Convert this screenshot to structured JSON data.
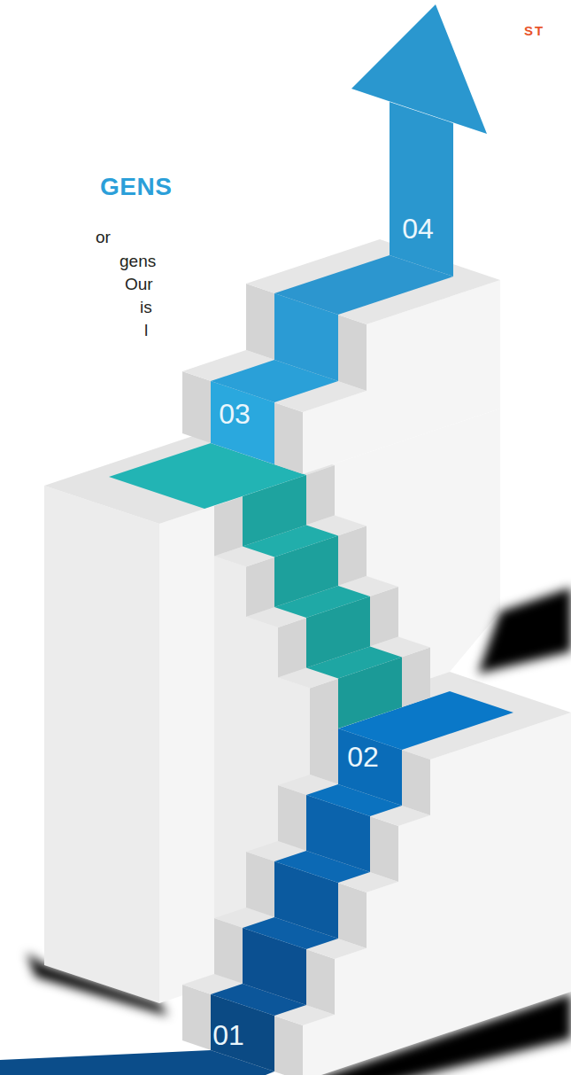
{
  "diagram": {
    "labels": [
      "GENS",
      "or",
      "gens",
      "Our",
      "is",
      "l",
      "ST",
      "04",
      "03",
      "02",
      "01"
    ]
  }
}
